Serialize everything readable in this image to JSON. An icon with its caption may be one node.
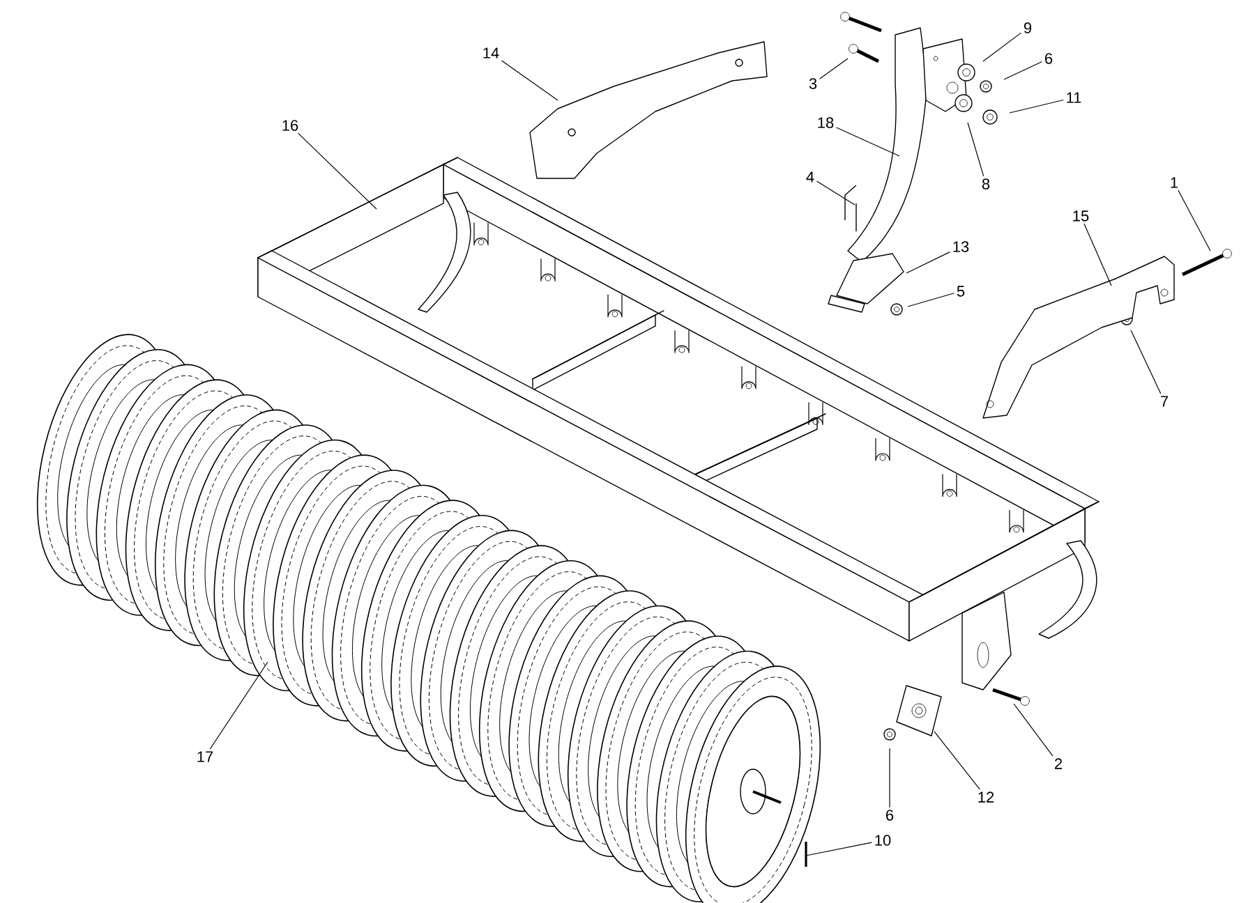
{
  "diagram": {
    "nodes": [
      {
        "text": [
          "9"
        ]
      },
      {
        "text": [
          "14"
        ]
      },
      {
        "text": [
          "6"
        ]
      },
      {
        "text": [
          "3"
        ]
      },
      {
        "text": [
          "11"
        ]
      },
      {
        "text": [
          "18"
        ]
      },
      {
        "text": [
          "16"
        ]
      },
      {
        "text": [
          "4"
        ]
      },
      {
        "text": [
          "1"
        ]
      },
      {
        "text": [
          "8"
        ]
      },
      {
        "text": [
          "15"
        ]
      },
      {
        "text": [
          "13"
        ]
      },
      {
        "text": [
          "5"
        ]
      },
      {
        "text": [
          "7"
        ]
      },
      {
        "text": [
          "17"
        ]
      },
      {
        "text": [
          "2"
        ]
      },
      {
        "text": [
          "12"
        ]
      },
      {
        "text": [
          "6"
        ]
      },
      {
        "text": [
          "10"
        ]
      }
    ],
    "edges": [
      {
        "from": 0,
        "to": null,
        "arrow": "none"
      },
      {
        "from": 1,
        "to": null,
        "arrow": "none"
      },
      {
        "from": 2,
        "to": null,
        "arrow": "none"
      },
      {
        "from": 3,
        "to": null,
        "arrow": "none"
      },
      {
        "from": 4,
        "to": null,
        "arrow": "none"
      },
      {
        "from": 5,
        "to": null,
        "arrow": "none"
      },
      {
        "from": 6,
        "to": null,
        "arrow": "none"
      },
      {
        "from": 7,
        "to": null,
        "arrow": "none"
      },
      {
        "from": 8,
        "to": null,
        "arrow": "none"
      },
      {
        "from": 9,
        "to": null,
        "arrow": "none"
      },
      {
        "from": 10,
        "to": null,
        "arrow": "none"
      },
      {
        "from": 11,
        "to": null,
        "arrow": "none"
      },
      {
        "from": 12,
        "to": null,
        "arrow": "none"
      },
      {
        "from": 13,
        "to": null,
        "arrow": "none"
      },
      {
        "from": 14,
        "to": null,
        "arrow": "none"
      },
      {
        "from": 15,
        "to": null,
        "arrow": "none"
      },
      {
        "from": 16,
        "to": null,
        "arrow": "none"
      },
      {
        "from": 17,
        "to": null,
        "arrow": "none"
      },
      {
        "from": 18,
        "to": null,
        "arrow": "none"
      }
    ]
  }
}
